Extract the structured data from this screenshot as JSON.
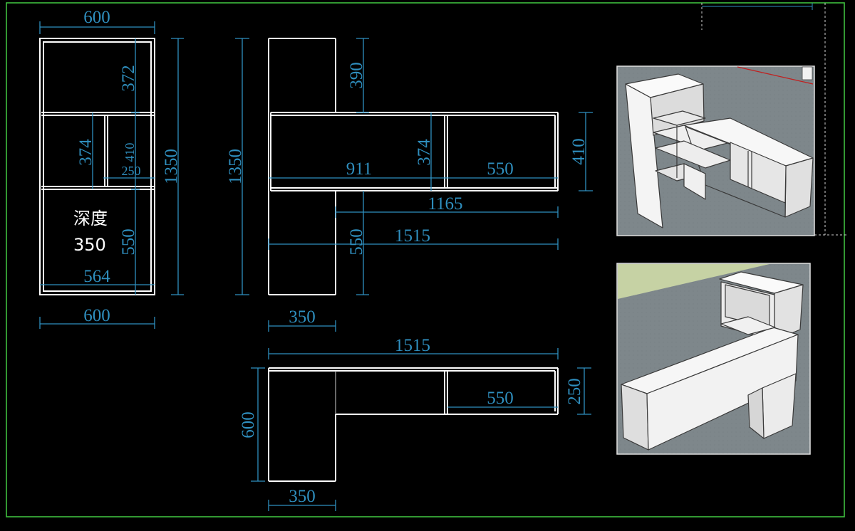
{
  "colors": {
    "background": "#000000",
    "frame": "#3fbf3f",
    "outline": "#ffffff",
    "dimension": "#2f8fbf",
    "render_floor": "#7d868a",
    "render_panel": "#e6e6e6"
  },
  "front_view": {
    "top_width": "600",
    "bottom_width": "600",
    "inner_width": "564",
    "height": "1350",
    "section_top": "372",
    "section_mid": "374",
    "section_mid_outer": "410",
    "section_bottom": "550",
    "divider_offset": "250",
    "depth_label": "深度",
    "depth_value": "350"
  },
  "side_view": {
    "height": "1350",
    "top": "390",
    "middle": "374",
    "right_height": "410",
    "span_left": "911",
    "span_right": "550",
    "span_mid": "1165",
    "span_total": "1515",
    "bottom": "550",
    "base_width": "350"
  },
  "plan_view": {
    "total": "1515",
    "right": "550",
    "depth": "250",
    "left_depth": "600",
    "base_width": "350"
  },
  "renders": [
    "render-view-1",
    "render-view-2"
  ]
}
